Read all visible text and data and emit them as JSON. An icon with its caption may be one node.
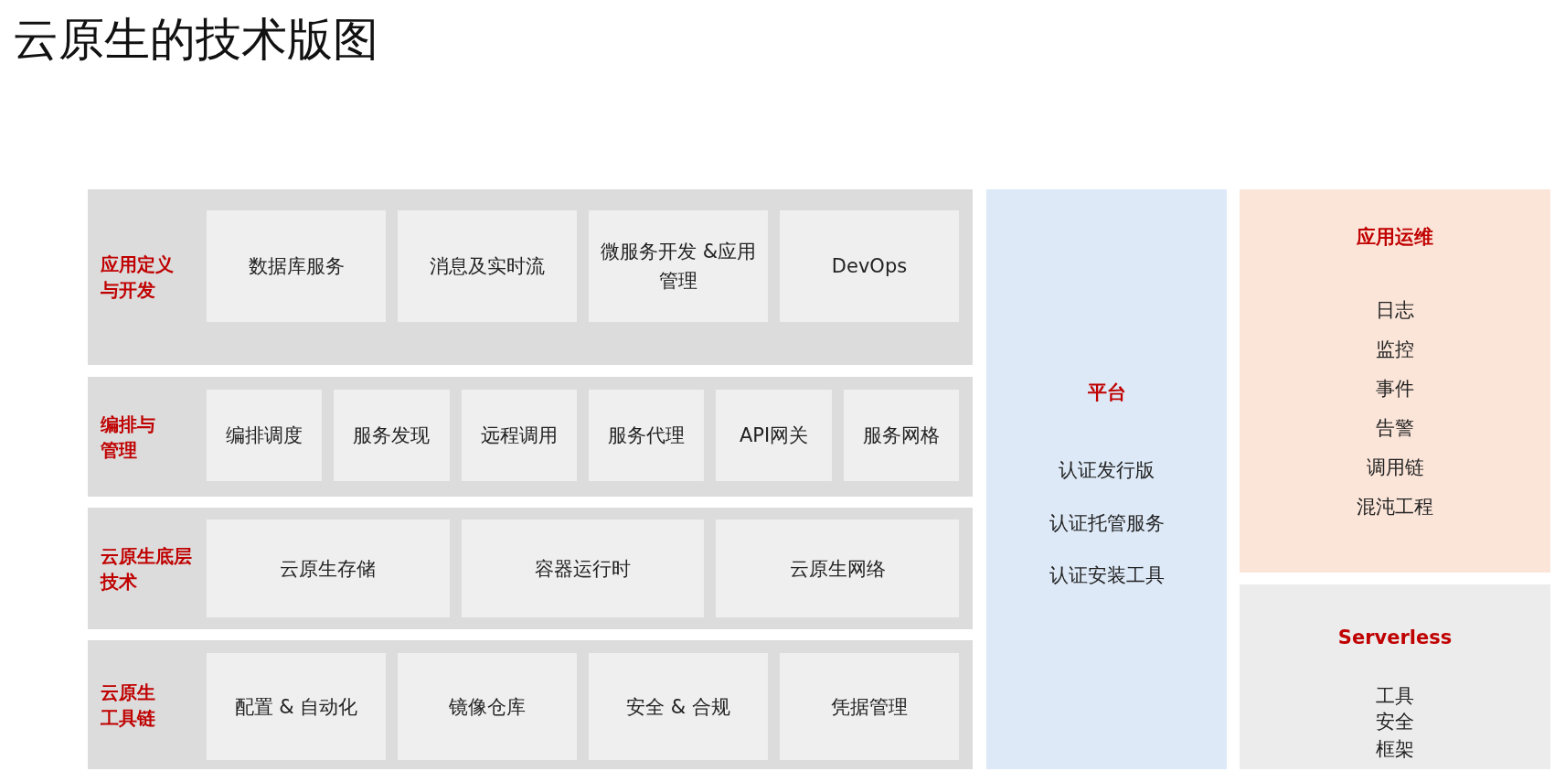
{
  "diagram": {
    "title": "云原生的技术版图",
    "nodes": [
      {
        "text": [
          "应用定义与开发"
        ]
      },
      {
        "text": [
          "数据库服务"
        ],
        "in": 0
      },
      {
        "text": [
          "消息及实时流"
        ],
        "in": 0
      },
      {
        "text": [
          "微服务开发 &应用管理"
        ],
        "in": 0
      },
      {
        "text": [
          "DevOps"
        ],
        "in": 0
      },
      {
        "text": [
          "编排与管理"
        ]
      },
      {
        "text": [
          "编排调度"
        ],
        "in": 5
      },
      {
        "text": [
          "服务发现"
        ],
        "in": 5
      },
      {
        "text": [
          "远程调用"
        ],
        "in": 5
      },
      {
        "text": [
          "服务代理"
        ],
        "in": 5
      },
      {
        "text": [
          "API网关"
        ],
        "in": 5
      },
      {
        "text": [
          "服务网格"
        ],
        "in": 5
      },
      {
        "text": [
          "云原生底层技术"
        ]
      },
      {
        "text": [
          "云原生存储"
        ],
        "in": 12
      },
      {
        "text": [
          "容器运行时"
        ],
        "in": 12
      },
      {
        "text": [
          "云原生网络"
        ],
        "in": 12
      },
      {
        "text": [
          "云原生工具链"
        ]
      },
      {
        "text": [
          "配置 & 自动化"
        ],
        "in": 16
      },
      {
        "text": [
          "镜像仓库"
        ],
        "in": 16
      },
      {
        "text": [
          "安全 & 合规"
        ],
        "in": 16
      },
      {
        "text": [
          "凭据管理"
        ],
        "in": 16
      },
      {
        "text": [
          "平台",
          "认证发行版",
          "认证托管服务",
          "认证安装工具"
        ]
      },
      {
        "text": [
          "应用运维",
          "日志",
          "监控",
          "事件",
          "告警",
          "调用链",
          "混沌工程"
        ]
      },
      {
        "text": [
          "Serverless",
          "工具",
          "安全",
          "框架"
        ]
      }
    ],
    "edges": []
  }
}
